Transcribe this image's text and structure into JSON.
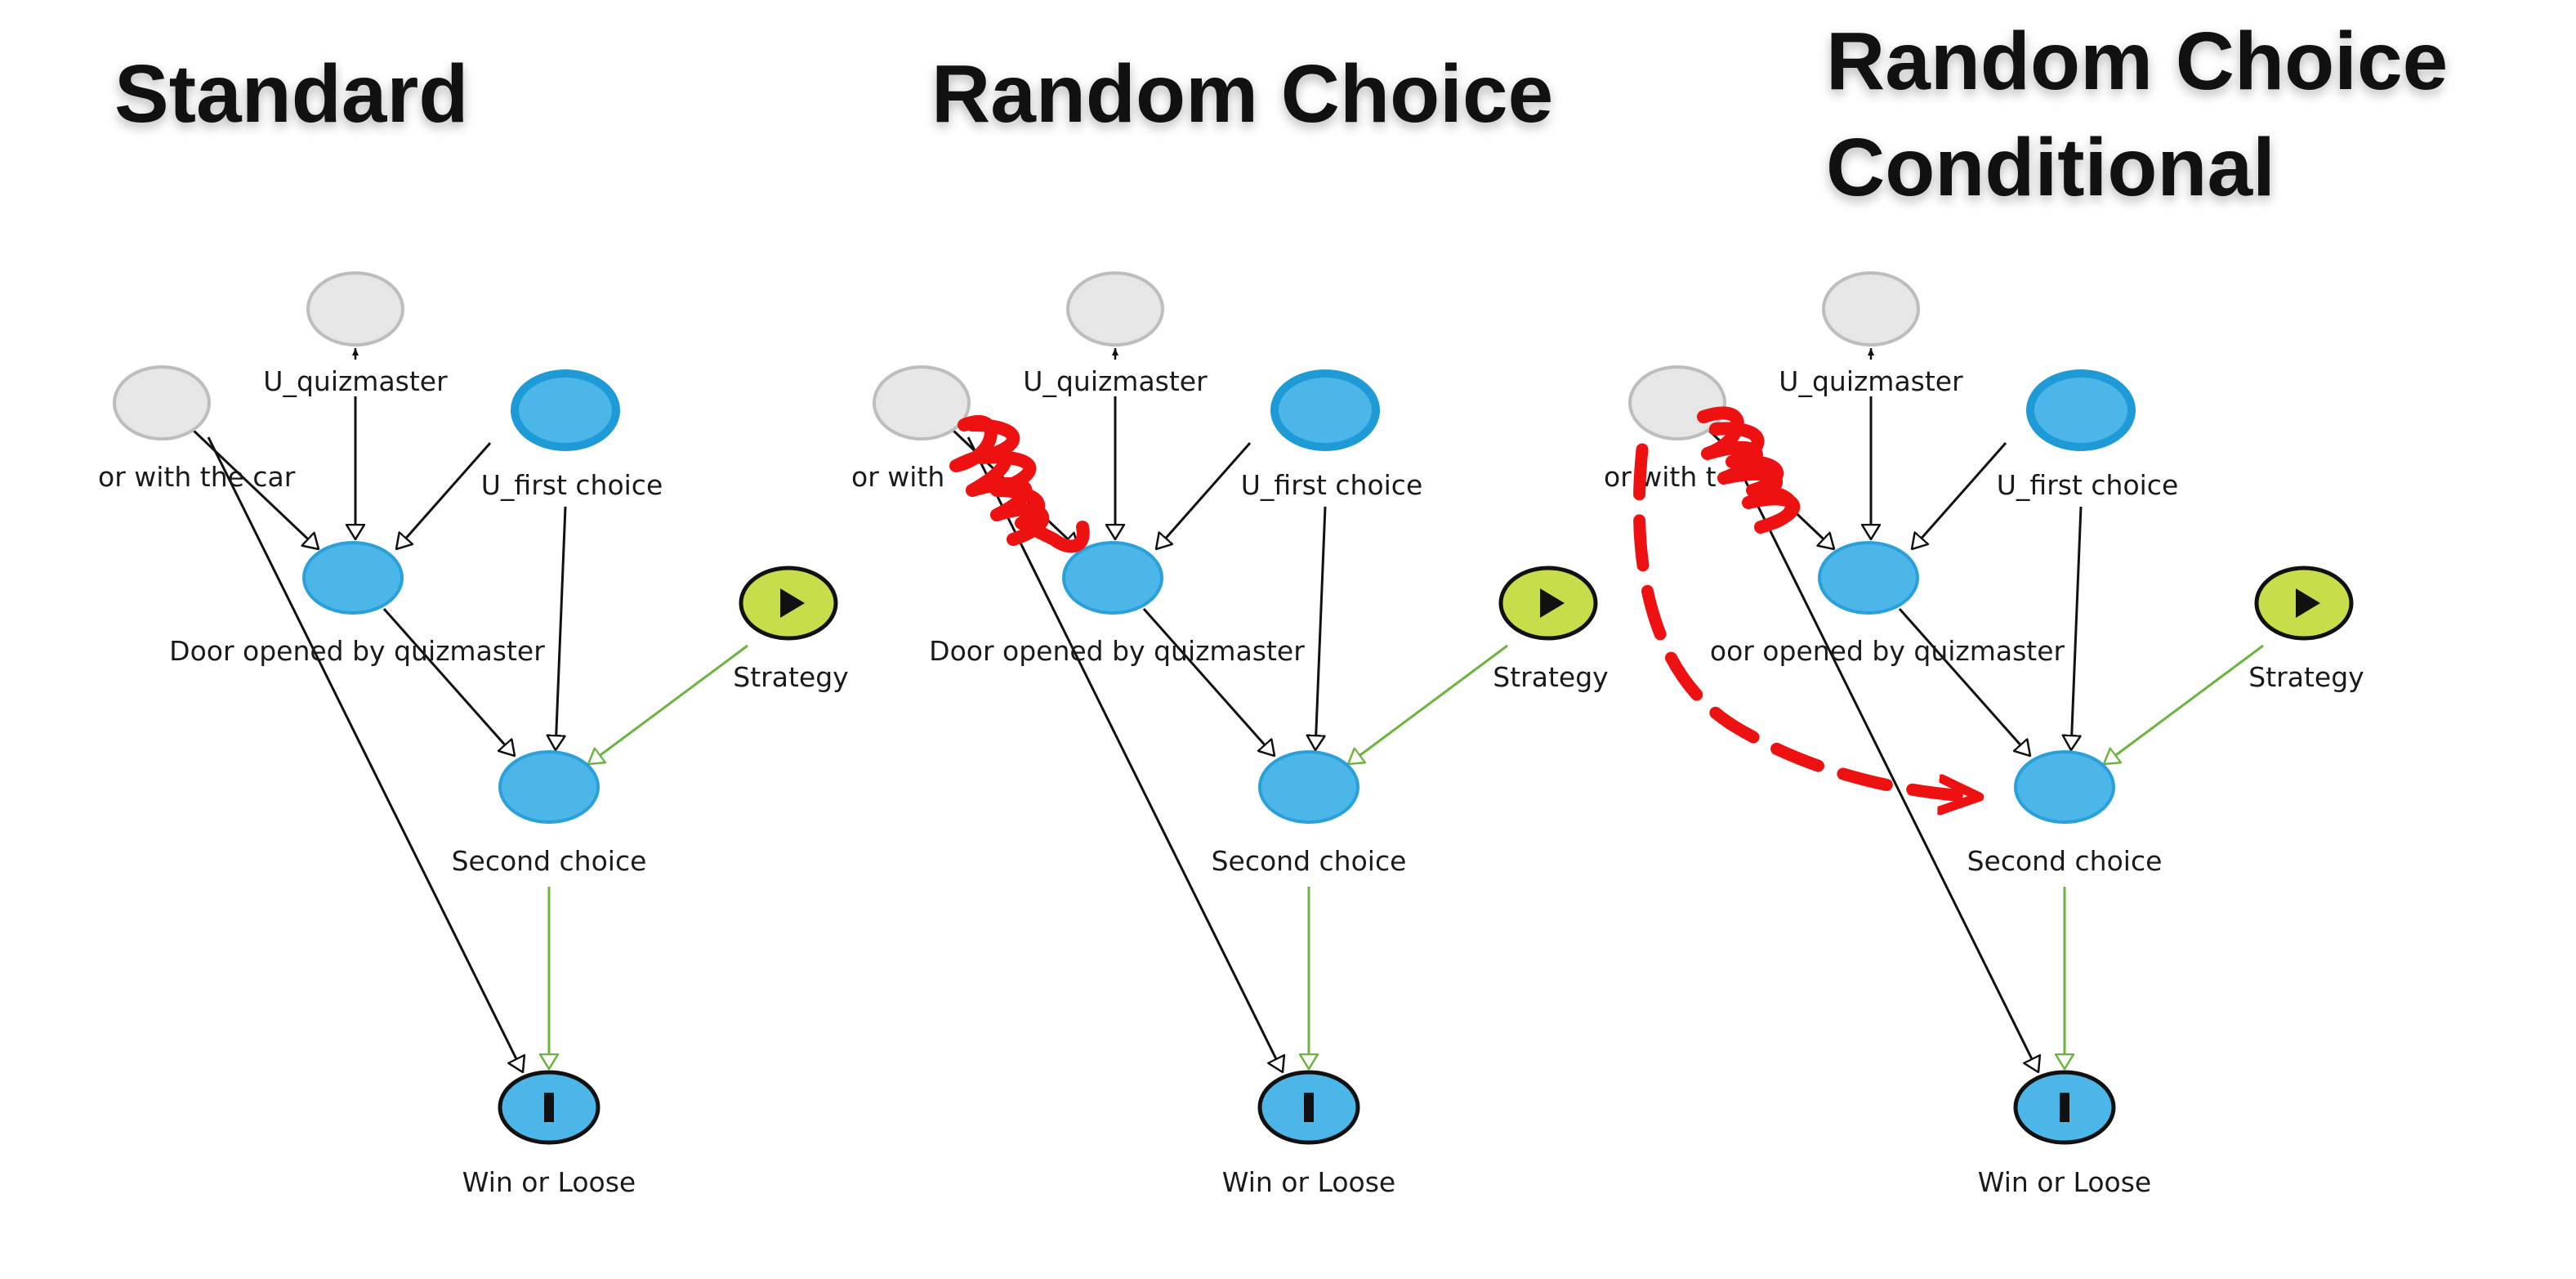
{
  "panels": [
    {
      "title_lines": [
        "Standard"
      ],
      "labels": {
        "u_quizmaster": "U_quizmaster",
        "door_with_car": "or with the car",
        "u_first_choice": "U_first choice",
        "door_opened": "Door opened by quizmaster",
        "strategy": "Strategy",
        "second_choice": "Second choice",
        "win_or_loose": "Win or Loose"
      },
      "annotation": "none"
    },
    {
      "title_lines": [
        "Random Choice"
      ],
      "labels": {
        "u_quizmaster": "U_quizmaster",
        "door_with_car": "or with",
        "u_first_choice": "U_first choice",
        "door_opened": "Door opened by quizmaster",
        "strategy": "Strategy",
        "second_choice": "Second choice",
        "win_or_loose": "Win or Loose"
      },
      "annotation": "crossed-out edge"
    },
    {
      "title_lines": [
        "Random Choice",
        "Conditional"
      ],
      "labels": {
        "u_quizmaster": "U_quizmaster",
        "door_with_car": "or with t",
        "u_first_choice": "U_first choice",
        "door_opened": "oor opened by quizmaster",
        "strategy": "Strategy",
        "second_choice": "Second choice",
        "win_or_loose": "Win or Loose"
      },
      "annotation": "crossed-out edge and dashed conditional arrow"
    }
  ],
  "colors": {
    "node_grey": "#e6e6e6",
    "node_blue": "#4cb6e8",
    "node_blue_dark": "#1e9ad6",
    "strategy_green": "#c9dc4a",
    "edge_green": "#6cb33f",
    "annotation_red": "#ee1111"
  },
  "icons": {
    "decision": "play-icon",
    "utility": "utility-bar-icon"
  }
}
